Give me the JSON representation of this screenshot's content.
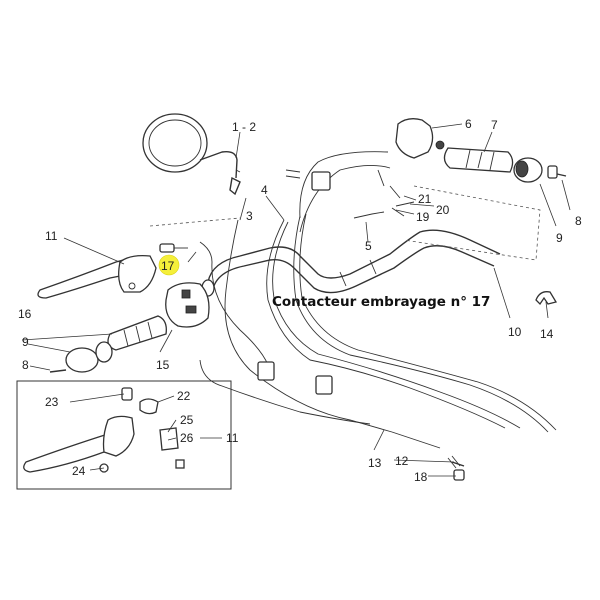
{
  "caption": "Contacteur embrayage n° 17",
  "highlight_color": "#f5ef3a",
  "labels": {
    "l1_2": "1 - 2",
    "l3": "3",
    "l4": "4",
    "l5": "5",
    "l6": "6",
    "l7": "7",
    "l8a": "8",
    "l8b": "8",
    "l9a": "9",
    "l9b": "9",
    "l10": "10",
    "l11a": "11",
    "l11b": "11",
    "l12": "12",
    "l13": "13",
    "l14": "14",
    "l15": "15",
    "l16": "16",
    "l17": "17",
    "l18": "18",
    "l19": "19",
    "l20": "20",
    "l21": "21",
    "l22": "22",
    "l23": "23",
    "l24": "24",
    "l25": "25",
    "l26": "26"
  }
}
